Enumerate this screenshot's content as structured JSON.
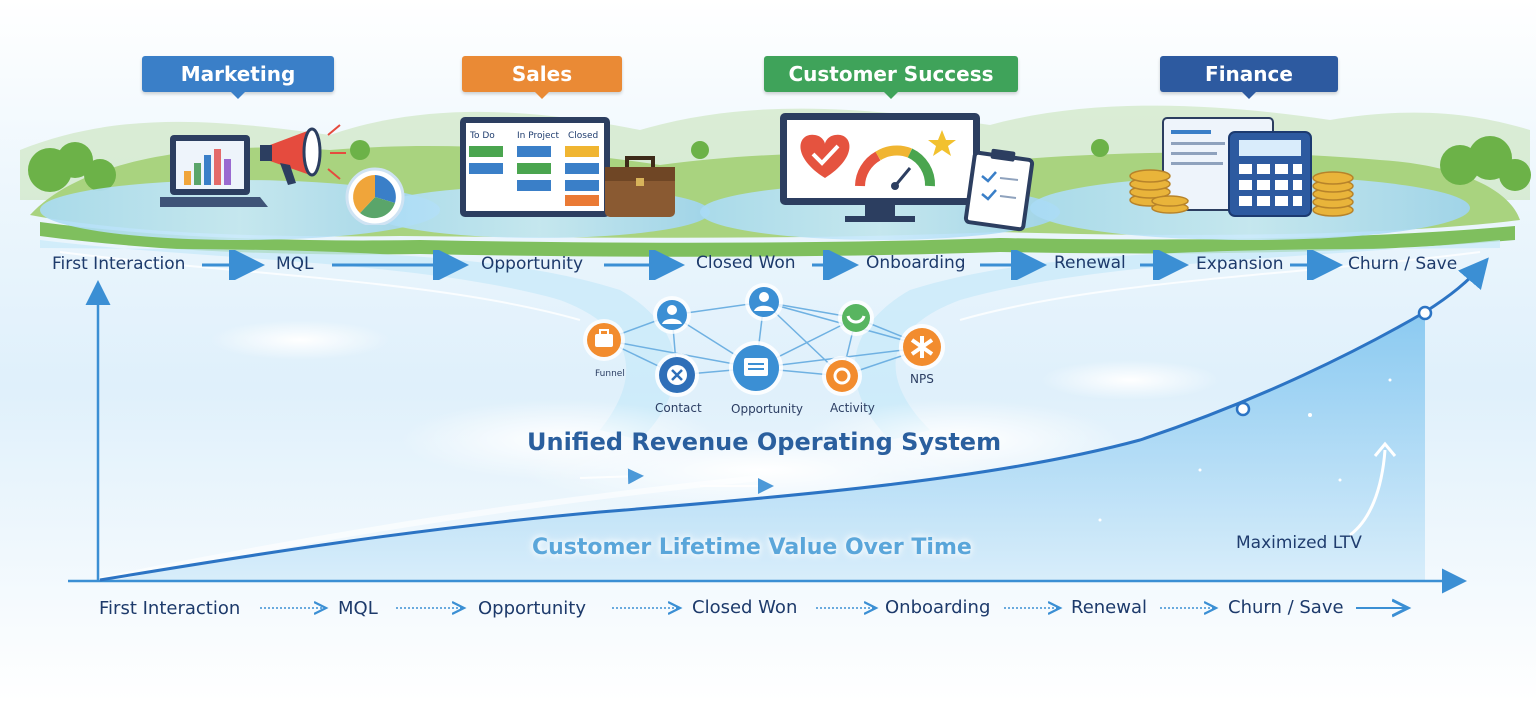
{
  "departments": {
    "marketing": {
      "label": "Marketing",
      "color": "#3a7fc8"
    },
    "sales": {
      "label": "Sales",
      "color": "#ea8a35"
    },
    "customer_success": {
      "label": "Customer Success",
      "color": "#3fa35a"
    },
    "finance": {
      "label": "Finance",
      "color": "#2d5aa0"
    }
  },
  "kanban": {
    "col1": "To Do",
    "col2": "In Project",
    "col3": "Closed"
  },
  "top_flow": {
    "stages": [
      "First Interaction",
      "MQL",
      "Opportunity",
      "Closed Won",
      "Onboarding",
      "Renewal",
      "Expansion",
      "Churn / Save"
    ]
  },
  "entities": {
    "funnel": "Funnel",
    "contact": "Contact",
    "opportunity": "Opportunity",
    "activity": "Activity",
    "nps": "NPS"
  },
  "titles": {
    "system": "Unified Revenue Operating System",
    "ltv_over_time": "Customer Lifetime Value Over Time",
    "maximized": "Maximized LTV"
  },
  "bottom_flow": {
    "stages": [
      "First Interaction",
      "MQL",
      "Opportunity",
      "Closed Won",
      "Onboarding",
      "Renewal",
      "Churn / Save"
    ]
  },
  "colors": {
    "accent_blue": "#3b8fd4",
    "navy_text": "#1f3c6e",
    "water": "#bfe3f7",
    "grass": "#8cc56a"
  },
  "icons": [
    "laptop-chart-icon",
    "megaphone-icon",
    "pie-chart-icon",
    "kanban-board-icon",
    "briefcase-icon",
    "heart-check-icon",
    "gauge-icon",
    "star-icon",
    "clipboard-icon",
    "document-icon",
    "calculator-icon",
    "coins-icon",
    "user-icon",
    "briefcase-node-icon",
    "close-node-icon",
    "list-node-icon",
    "gear-icon",
    "nps-icon"
  ]
}
